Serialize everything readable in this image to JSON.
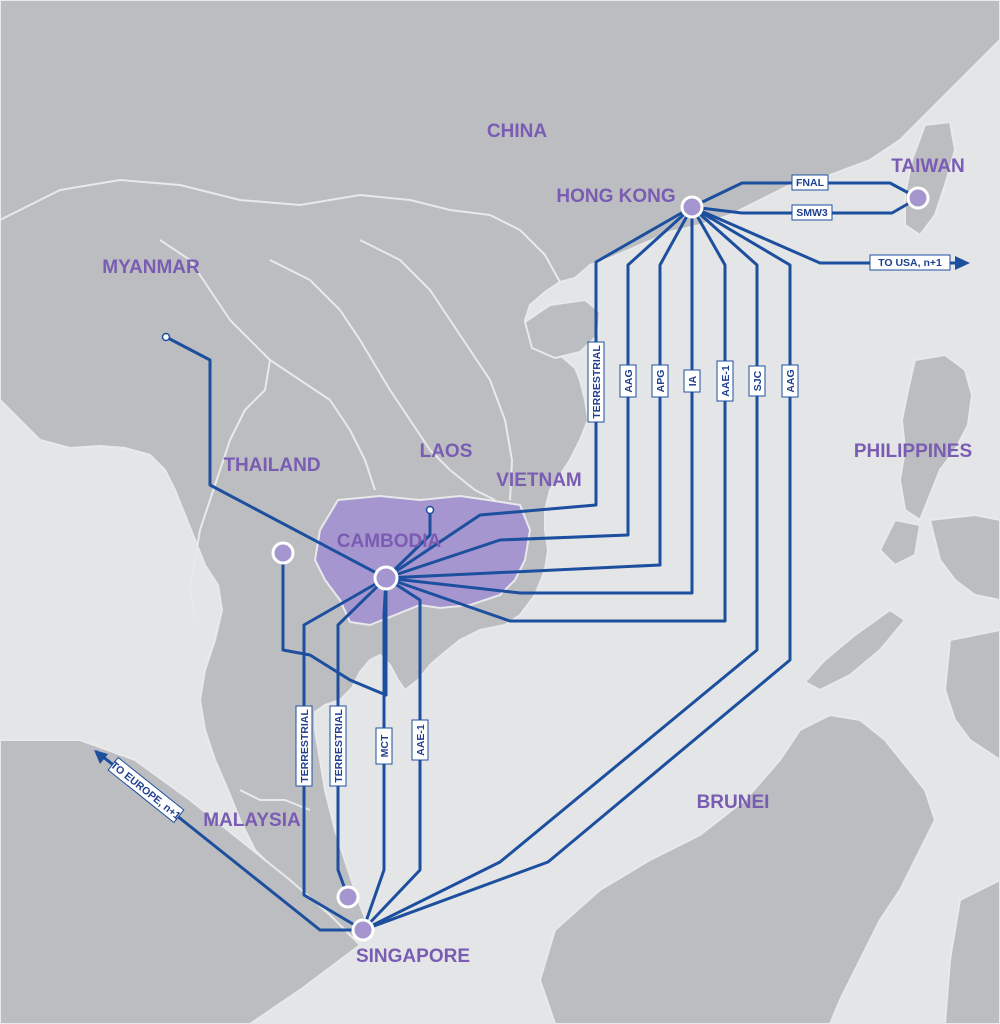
{
  "colors": {
    "sea": "#e4e5e7",
    "land": "#bcbdc0",
    "border": "#e8e9eb",
    "cambodia": "#a696cf",
    "cable": "#1d4f9f",
    "label": "#7a5cb3",
    "node_fill": "#a696cf",
    "node_stroke": "#ffffff"
  },
  "countries": {
    "china": "CHINA",
    "taiwan": "TAIWAN",
    "myanmar": "MYANMAR",
    "laos": "LAOS",
    "thailand": "THAILAND",
    "vietnam": "VIETNAM",
    "cambodia": "CAMBODIA",
    "philippines": "PHILIPPINES",
    "malaysia": "MALAYSIA",
    "brunei": "BRUNEI"
  },
  "cities": {
    "hong_kong": "HONG KONG",
    "singapore": "SINGAPORE"
  },
  "cables": {
    "fnal": "FNAL",
    "smw3": "SMW3",
    "to_usa": "TO USA, n+1",
    "to_europe": "TO EUROPE, n+1",
    "terrestrial_hk": "TERRESTRIAL",
    "aag_1": "AAG",
    "apg": "APG",
    "ia": "IA",
    "aae1_hk": "AAE-1",
    "sjc": "SJC",
    "aag_2": "AAG",
    "terrestrial_sg_1": "TERRESTRIAL",
    "terrestrial_sg_2": "TERRESTRIAL",
    "mct": "MCT",
    "aae1_sg": "AAE-1"
  },
  "icons": {
    "node": "circle-node-icon",
    "arrow": "arrowhead-icon"
  }
}
